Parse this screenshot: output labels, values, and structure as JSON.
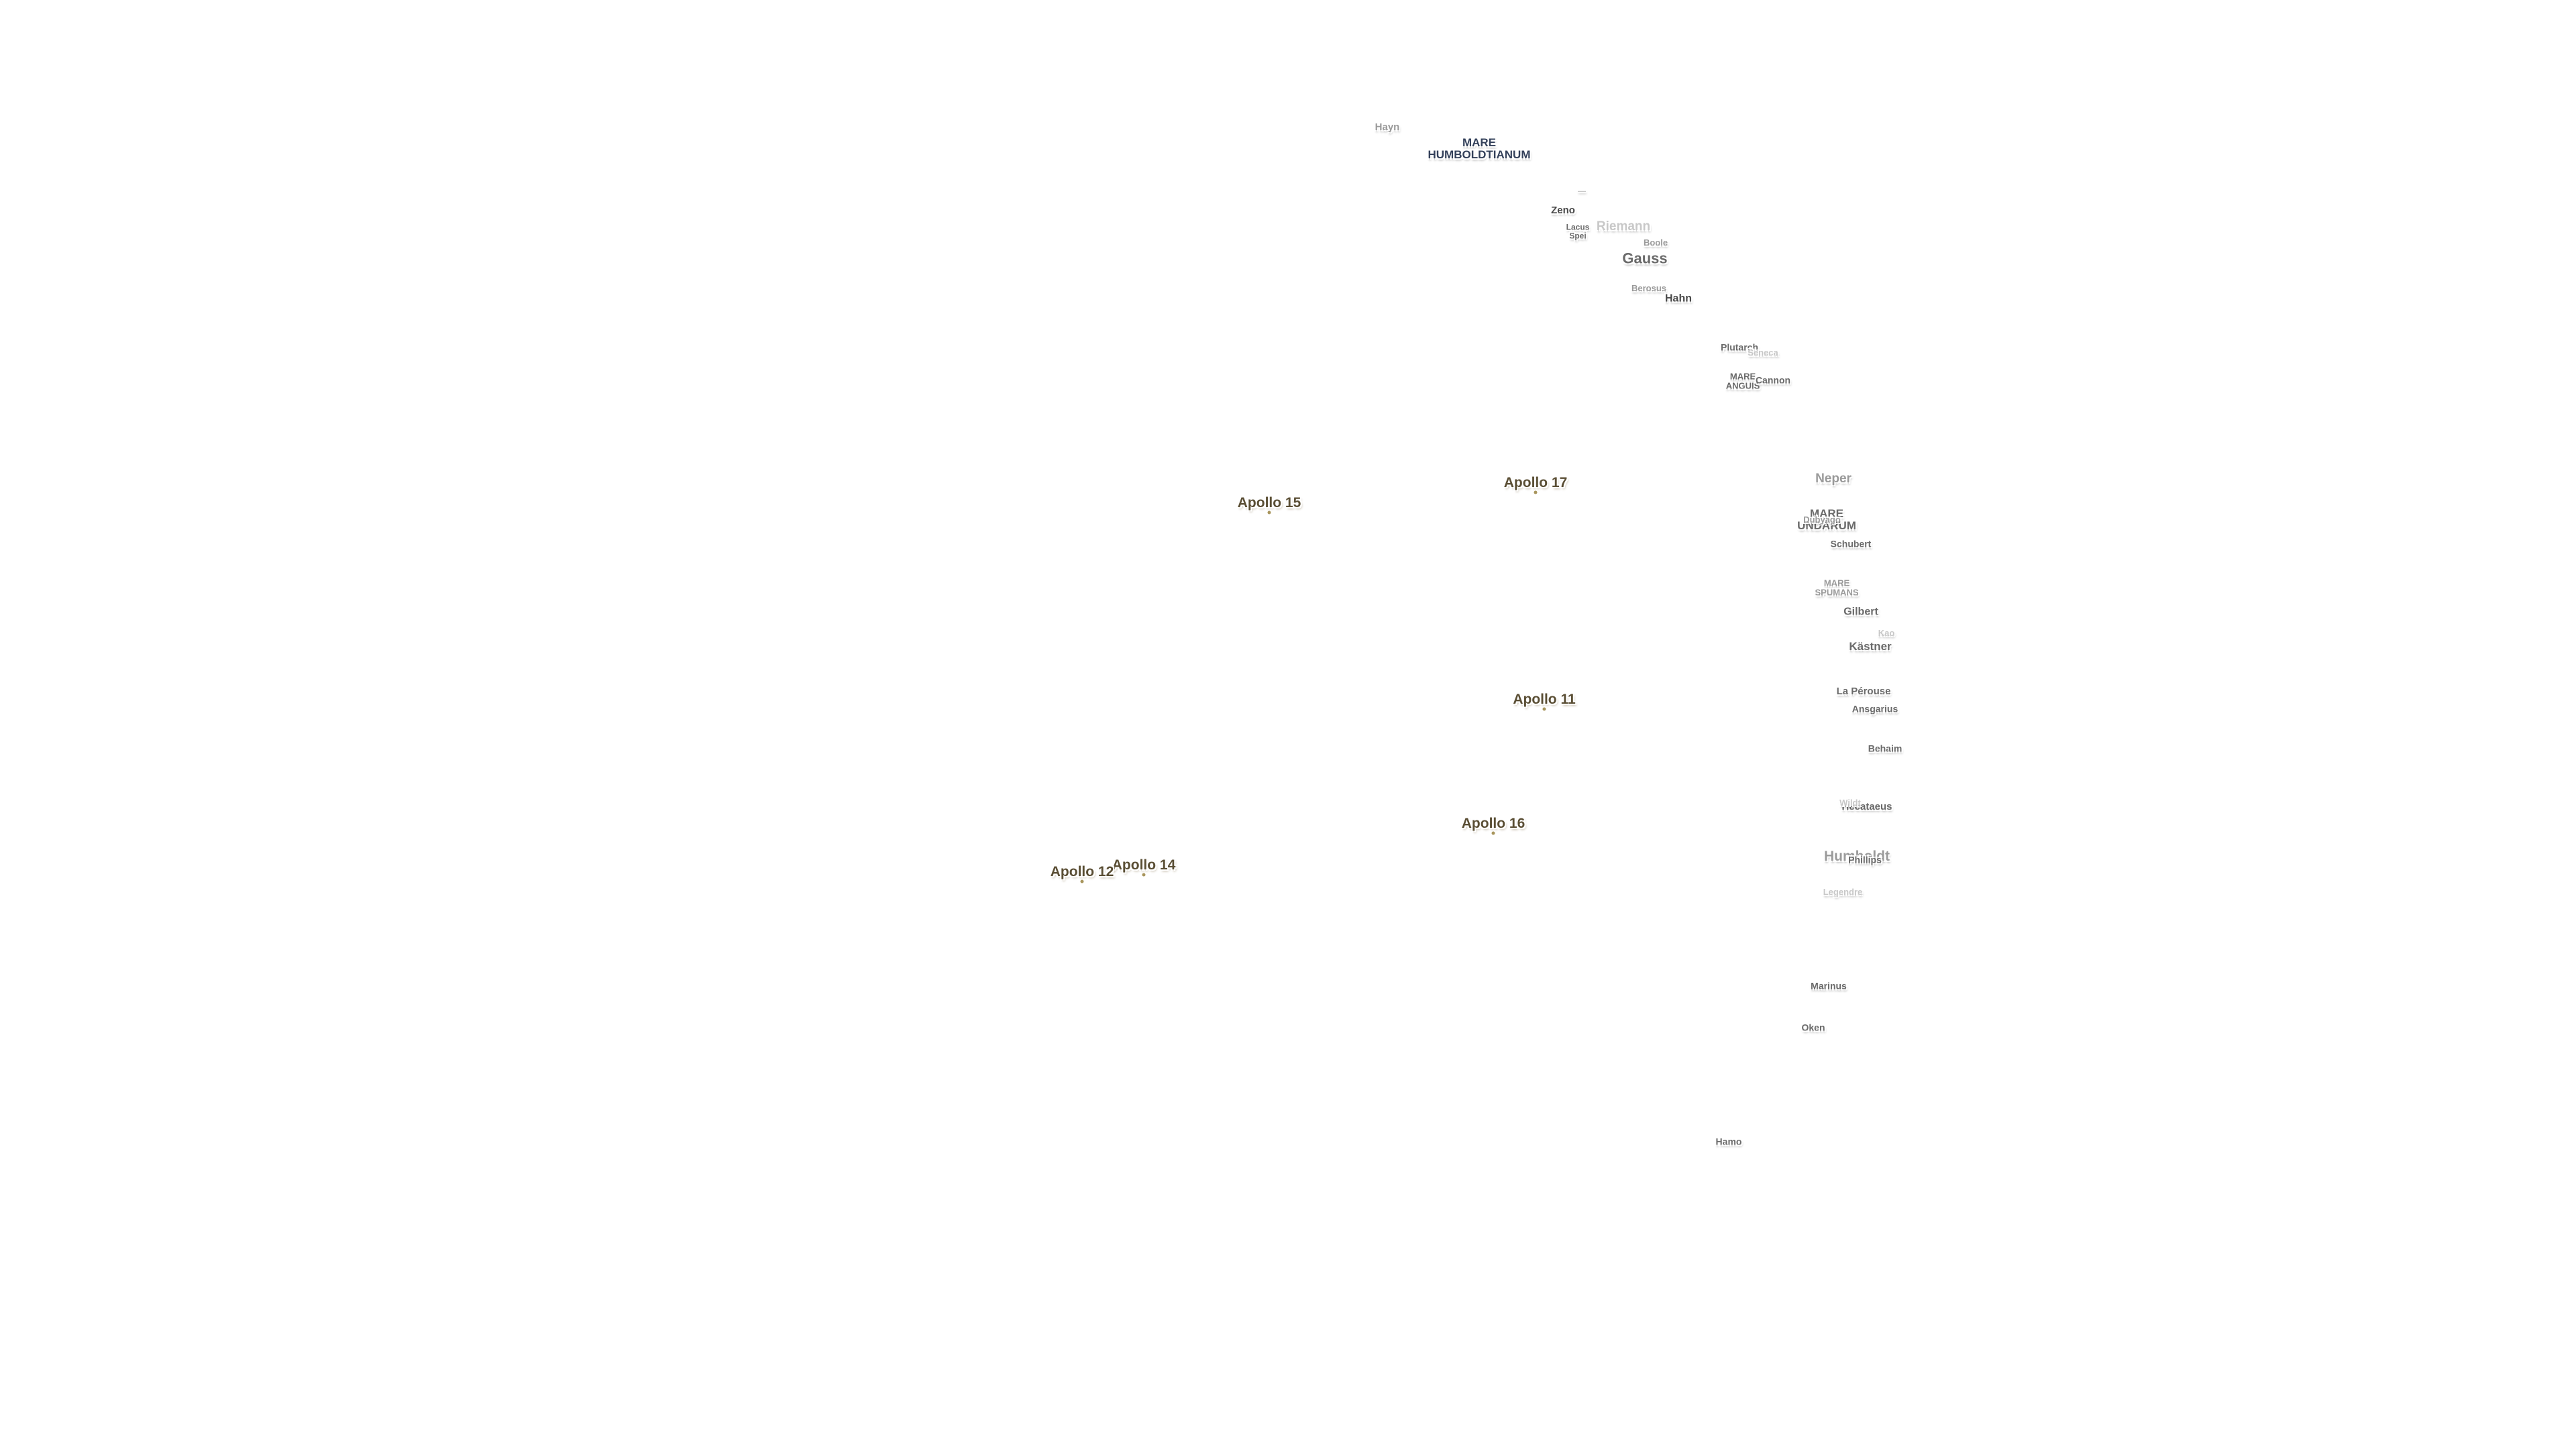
{
  "map": {
    "colors": {
      "background": "#ffffff",
      "feature_dark": "#4a4a4a",
      "feature_mid": "#6a6a6a",
      "feature_light": "#9a9a9a",
      "feature_faint": "#c8c8c8",
      "mare": "#33405a",
      "apollo": "#5a4e34",
      "apollo_pin": "#a8955c"
    },
    "features": [
      {
        "id": "hayn",
        "text": "Hayn",
        "shade": "light"
      },
      {
        "id": "mare-humboldtianum",
        "text": "MARE\nHUMBOLDTIANUM",
        "shade": "mare"
      },
      {
        "id": "faint-small-1",
        "text": "—",
        "shade": "faint"
      },
      {
        "id": "zeno",
        "text": "Zeno",
        "shade": "dark"
      },
      {
        "id": "lacus-spei",
        "text": "Lacus\nSpei",
        "shade": "mid"
      },
      {
        "id": "riemann",
        "text": "Riemann",
        "shade": "faint"
      },
      {
        "id": "boole",
        "text": "Boole",
        "shade": "light"
      },
      {
        "id": "gauss",
        "text": "Gauss",
        "shade": "mid"
      },
      {
        "id": "berosus",
        "text": "Berosus",
        "shade": "light"
      },
      {
        "id": "hahn",
        "text": "Hahn",
        "shade": "dark"
      },
      {
        "id": "plutarch",
        "text": "Plutarch",
        "shade": "mid"
      },
      {
        "id": "seneca",
        "text": "Seneca",
        "shade": "faint"
      },
      {
        "id": "mare-anguis",
        "text": "MARE\nANGUIS",
        "shade": "mid"
      },
      {
        "id": "cannon",
        "text": "Cannon",
        "shade": "mid"
      },
      {
        "id": "neper",
        "text": "Neper",
        "shade": "light"
      },
      {
        "id": "mare-undarum",
        "text": "MARE\nUNDARUM",
        "shade": "mid"
      },
      {
        "id": "dubyago",
        "text": "Dubyago",
        "shade": "light"
      },
      {
        "id": "schubert",
        "text": "Schubert",
        "shade": "mid"
      },
      {
        "id": "mare-spumans",
        "text": "MARE\nSPUMANS",
        "shade": "light"
      },
      {
        "id": "gilbert",
        "text": "Gilbert",
        "shade": "mid"
      },
      {
        "id": "kao",
        "text": "Kao",
        "shade": "faint"
      },
      {
        "id": "kastner",
        "text": "Kästner",
        "shade": "mid"
      },
      {
        "id": "la-perouse",
        "text": "La Pérouse",
        "shade": "mid"
      },
      {
        "id": "ansgarius",
        "text": "Ansgarius",
        "shade": "mid"
      },
      {
        "id": "behaim",
        "text": "Behaim",
        "shade": "mid"
      },
      {
        "id": "hecataeus",
        "text": "Hecataeus",
        "shade": "mid"
      },
      {
        "id": "wildt",
        "text": "Wildt",
        "shade": "faint"
      },
      {
        "id": "humboldt",
        "text": "Humboldt",
        "shade": "light"
      },
      {
        "id": "phillips",
        "text": "Phillips",
        "shade": "mid"
      },
      {
        "id": "legendre",
        "text": "Legendre",
        "shade": "faint"
      },
      {
        "id": "marinus",
        "text": "Marinus",
        "shade": "mid"
      },
      {
        "id": "oken",
        "text": "Oken",
        "shade": "mid"
      },
      {
        "id": "hamo",
        "text": "Hamo",
        "shade": "mid"
      }
    ],
    "apollo_sites": [
      {
        "id": "apollo-17",
        "text": "Apollo 17"
      },
      {
        "id": "apollo-15",
        "text": "Apollo 15"
      },
      {
        "id": "apollo-11",
        "text": "Apollo 11"
      },
      {
        "id": "apollo-16",
        "text": "Apollo 16"
      },
      {
        "id": "apollo-14",
        "text": "Apollo 14"
      },
      {
        "id": "apollo-12",
        "text": "Apollo 12"
      }
    ]
  }
}
